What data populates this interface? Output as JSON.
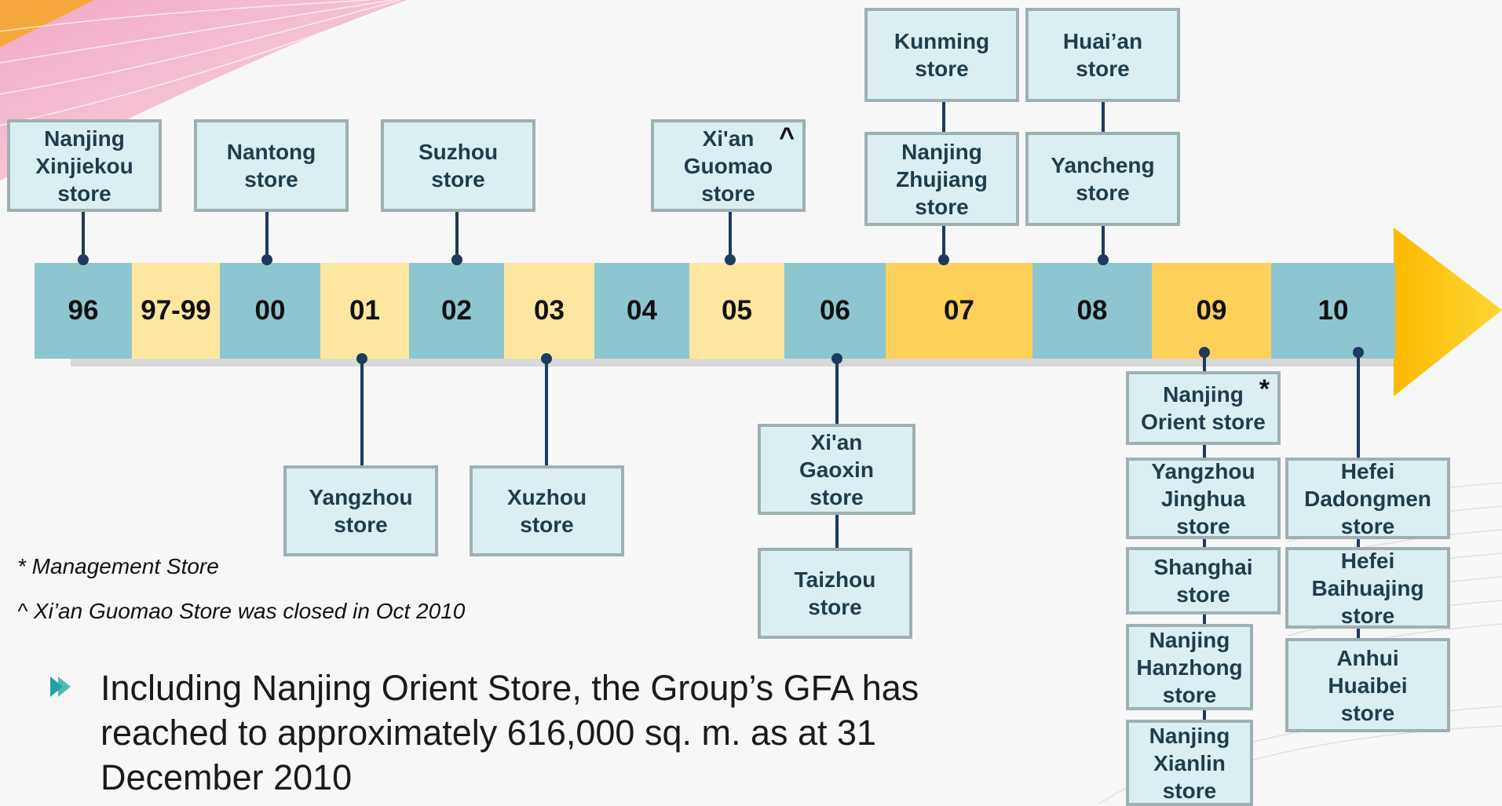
{
  "timeline": {
    "years": [
      {
        "label": "96"
      },
      {
        "label": "97-99"
      },
      {
        "label": "00"
      },
      {
        "label": "01"
      },
      {
        "label": "02"
      },
      {
        "label": "03"
      },
      {
        "label": "04"
      },
      {
        "label": "05"
      },
      {
        "label": "06"
      },
      {
        "label": "07"
      },
      {
        "label": "08"
      },
      {
        "label": "09"
      },
      {
        "label": "10"
      }
    ]
  },
  "stores": {
    "s96": "Nanjing\nXinjiekou\nstore",
    "s00": "Nantong\nstore",
    "s02": "Suzhou\nstore",
    "s05": "Xi'an\nGuomao\nstore",
    "s05_mark": "^",
    "s07a": "Kunming\nstore",
    "s07b": "Nanjing\nZhujiang\nstore",
    "s08a": "Huai’an\nstore",
    "s08b": "Yancheng\nstore",
    "s01": "Yangzhou\nstore",
    "s03": "Xuzhou\nstore",
    "s06a": "Xi'an\nGaoxin\nstore",
    "s06b": "Taizhou\nstore",
    "s09a": "Nanjing\nOrient store",
    "s09a_mark": "*",
    "s09b": "Yangzhou\nJinghua\nstore",
    "s09c": "Shanghai\nstore",
    "s09d": "Nanjing\nHanzhong\nstore",
    "s09e": "Nanjing\nXianlin\nstore",
    "s10a": "Hefei\nDadongmen\nstore",
    "s10b": "Hefei\nBaihuajing\nstore",
    "s10c": "Anhui\nHuaibei\nstore"
  },
  "notes": {
    "management": "* Management Store",
    "closed": "^ Xi’an Guomao Store was closed in Oct 2010"
  },
  "bullet": {
    "text": "Including Nanjing Orient Store, the Group’s GFA has reached to approximately 616,000 sq. m. as at 31 December 2010"
  },
  "colors": {
    "teal": "#8ec6cf",
    "pale_yellow": "#fde6a0",
    "gold": "#fdd05a",
    "box_fill": "#dbeef1",
    "box_border": "#9fb0b3",
    "connector": "#1e3a5f",
    "arrow": "#fcc419"
  }
}
